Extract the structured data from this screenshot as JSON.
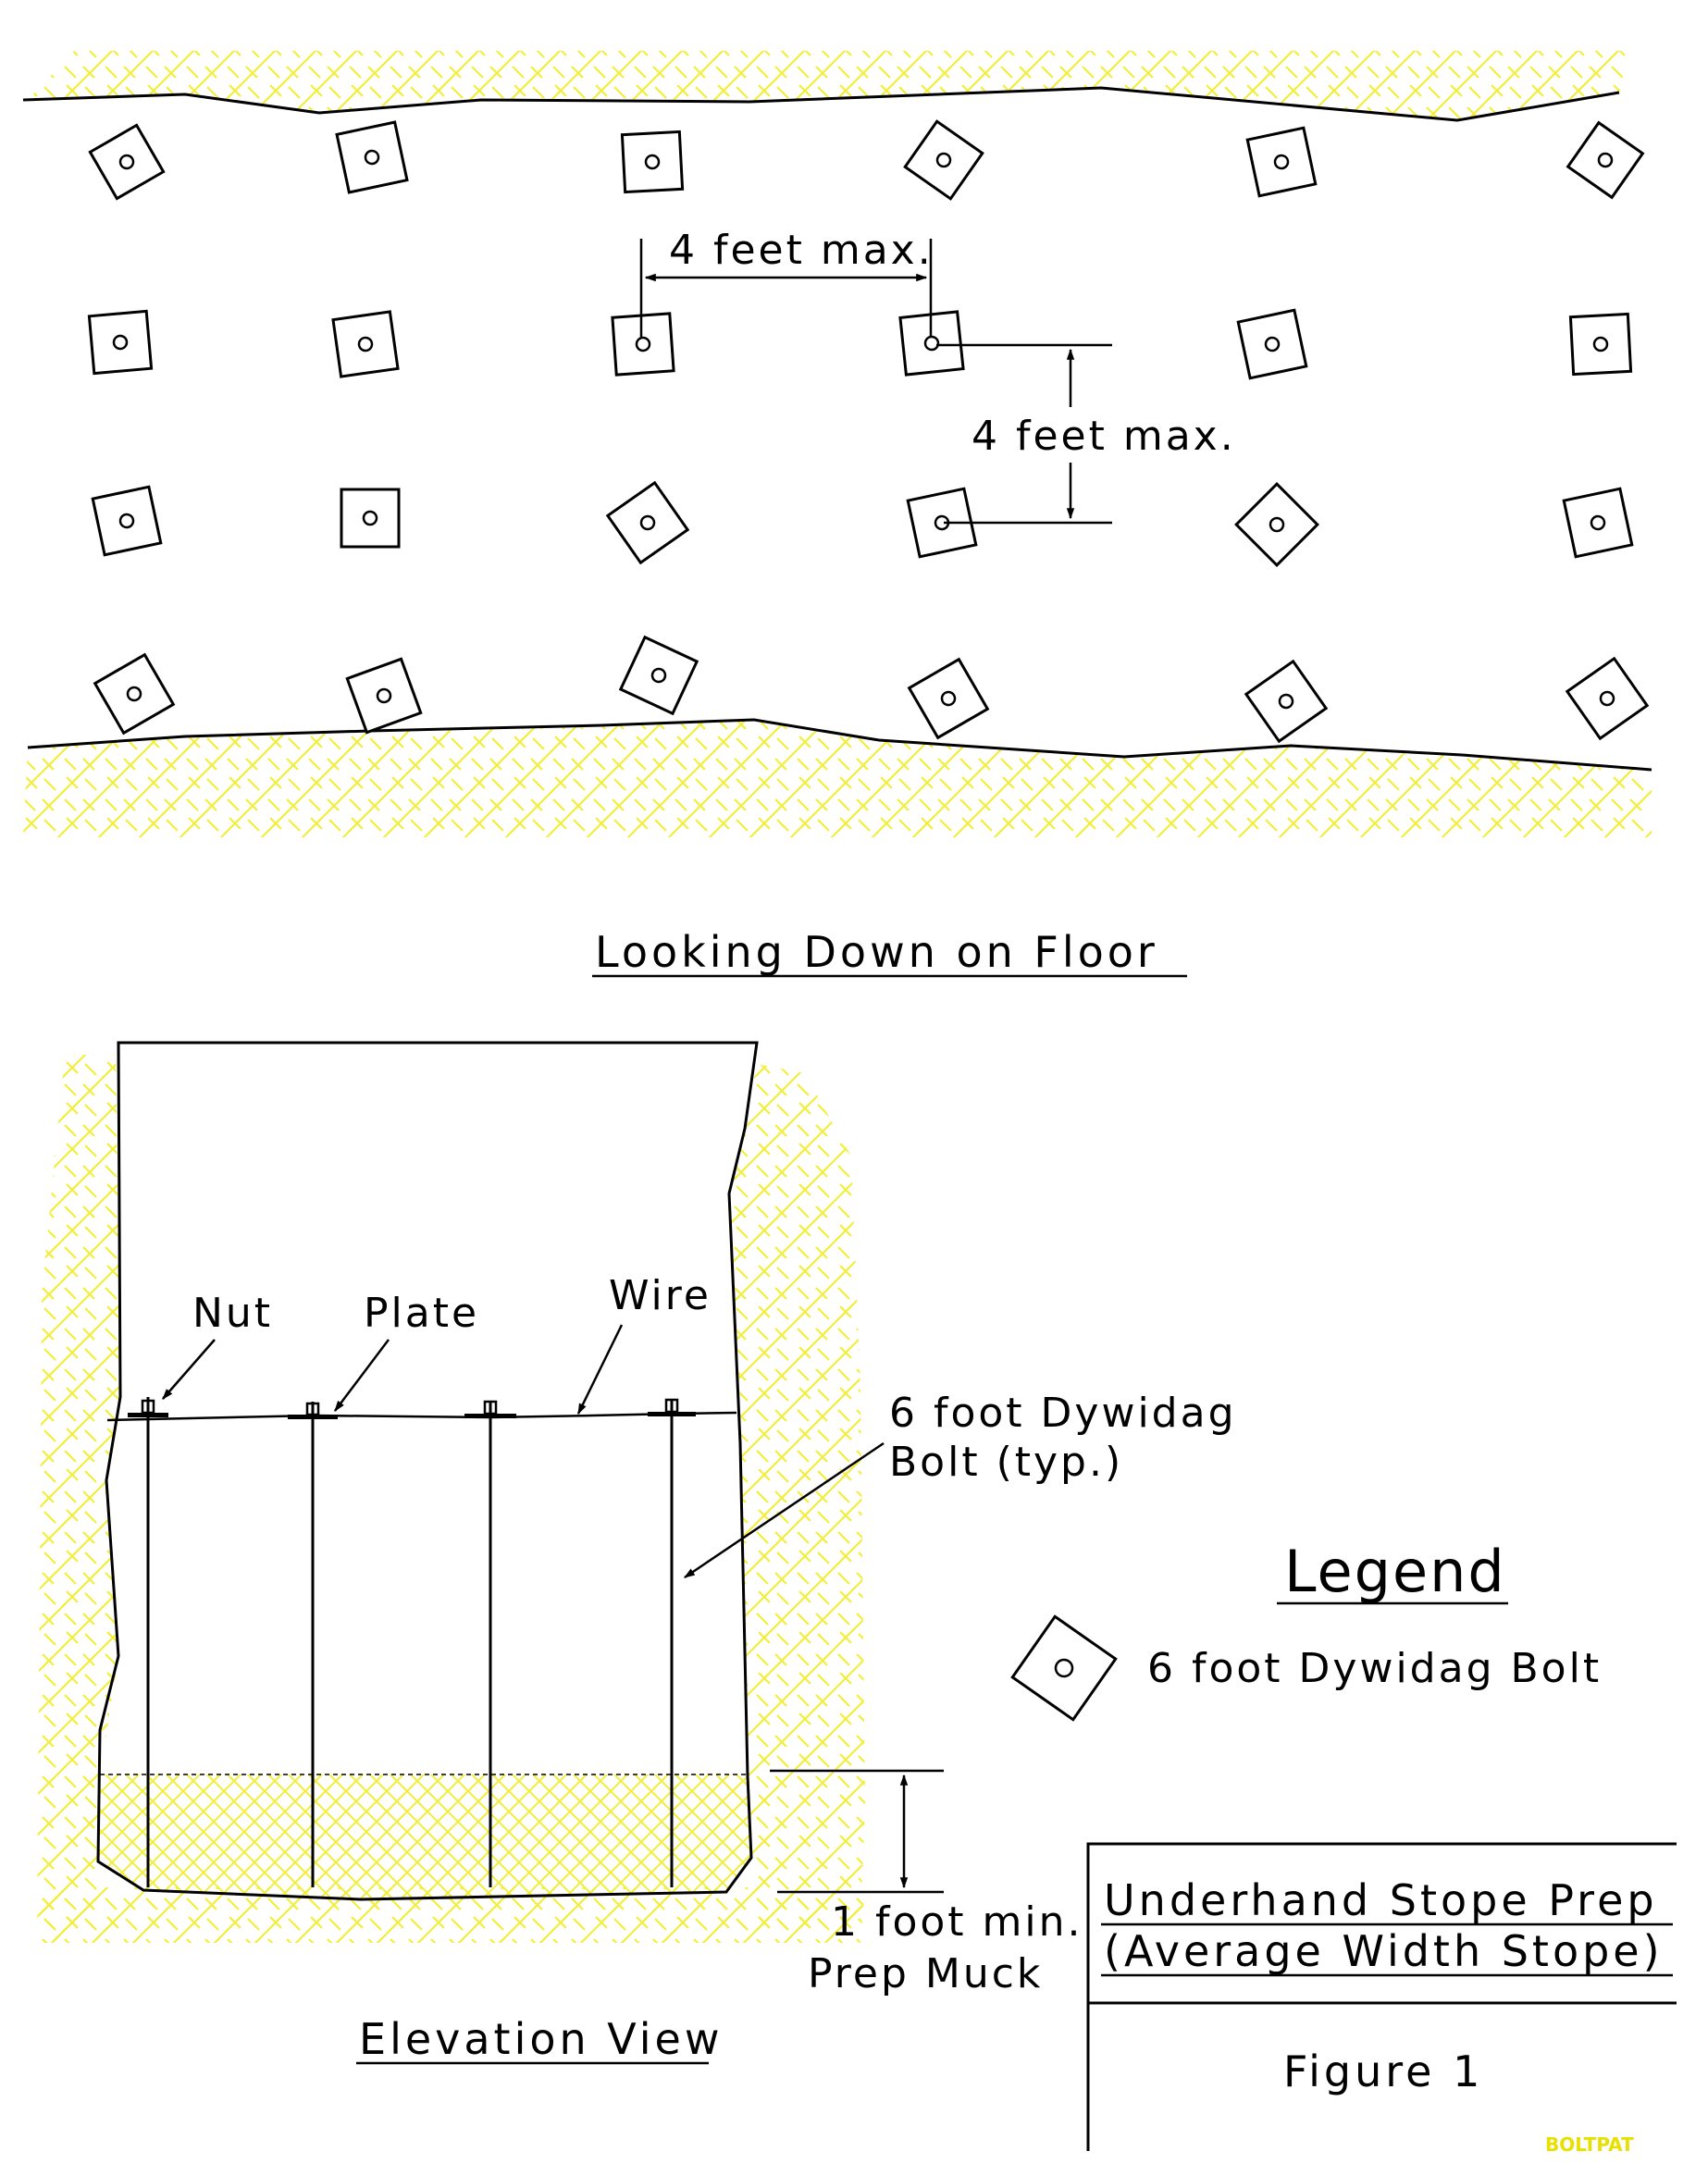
{
  "plan_view": {
    "dim_horizontal": "4 feet max.",
    "dim_vertical": "4 feet max.",
    "caption": "Looking Down on Floor"
  },
  "elevation_view": {
    "label_nut": "Nut",
    "label_plate": "Plate",
    "label_wire": "Wire",
    "label_bolt_line1": "6 foot Dywidag",
    "label_bolt_line2": "Bolt (typ.)",
    "label_muck_line1": "1 foot min.",
    "label_muck_line2": "Prep Muck",
    "caption": "Elevation View"
  },
  "legend": {
    "title": "Legend",
    "item_label": "6 foot Dywidag Bolt"
  },
  "title_block": {
    "line1": "Underhand Stope Prep",
    "line2": "(Average Width Stope)",
    "figure": "Figure 1",
    "file_code": "BOLTPAT"
  },
  "colors": {
    "hatch": "#f2ee3a",
    "line": "#000000"
  }
}
